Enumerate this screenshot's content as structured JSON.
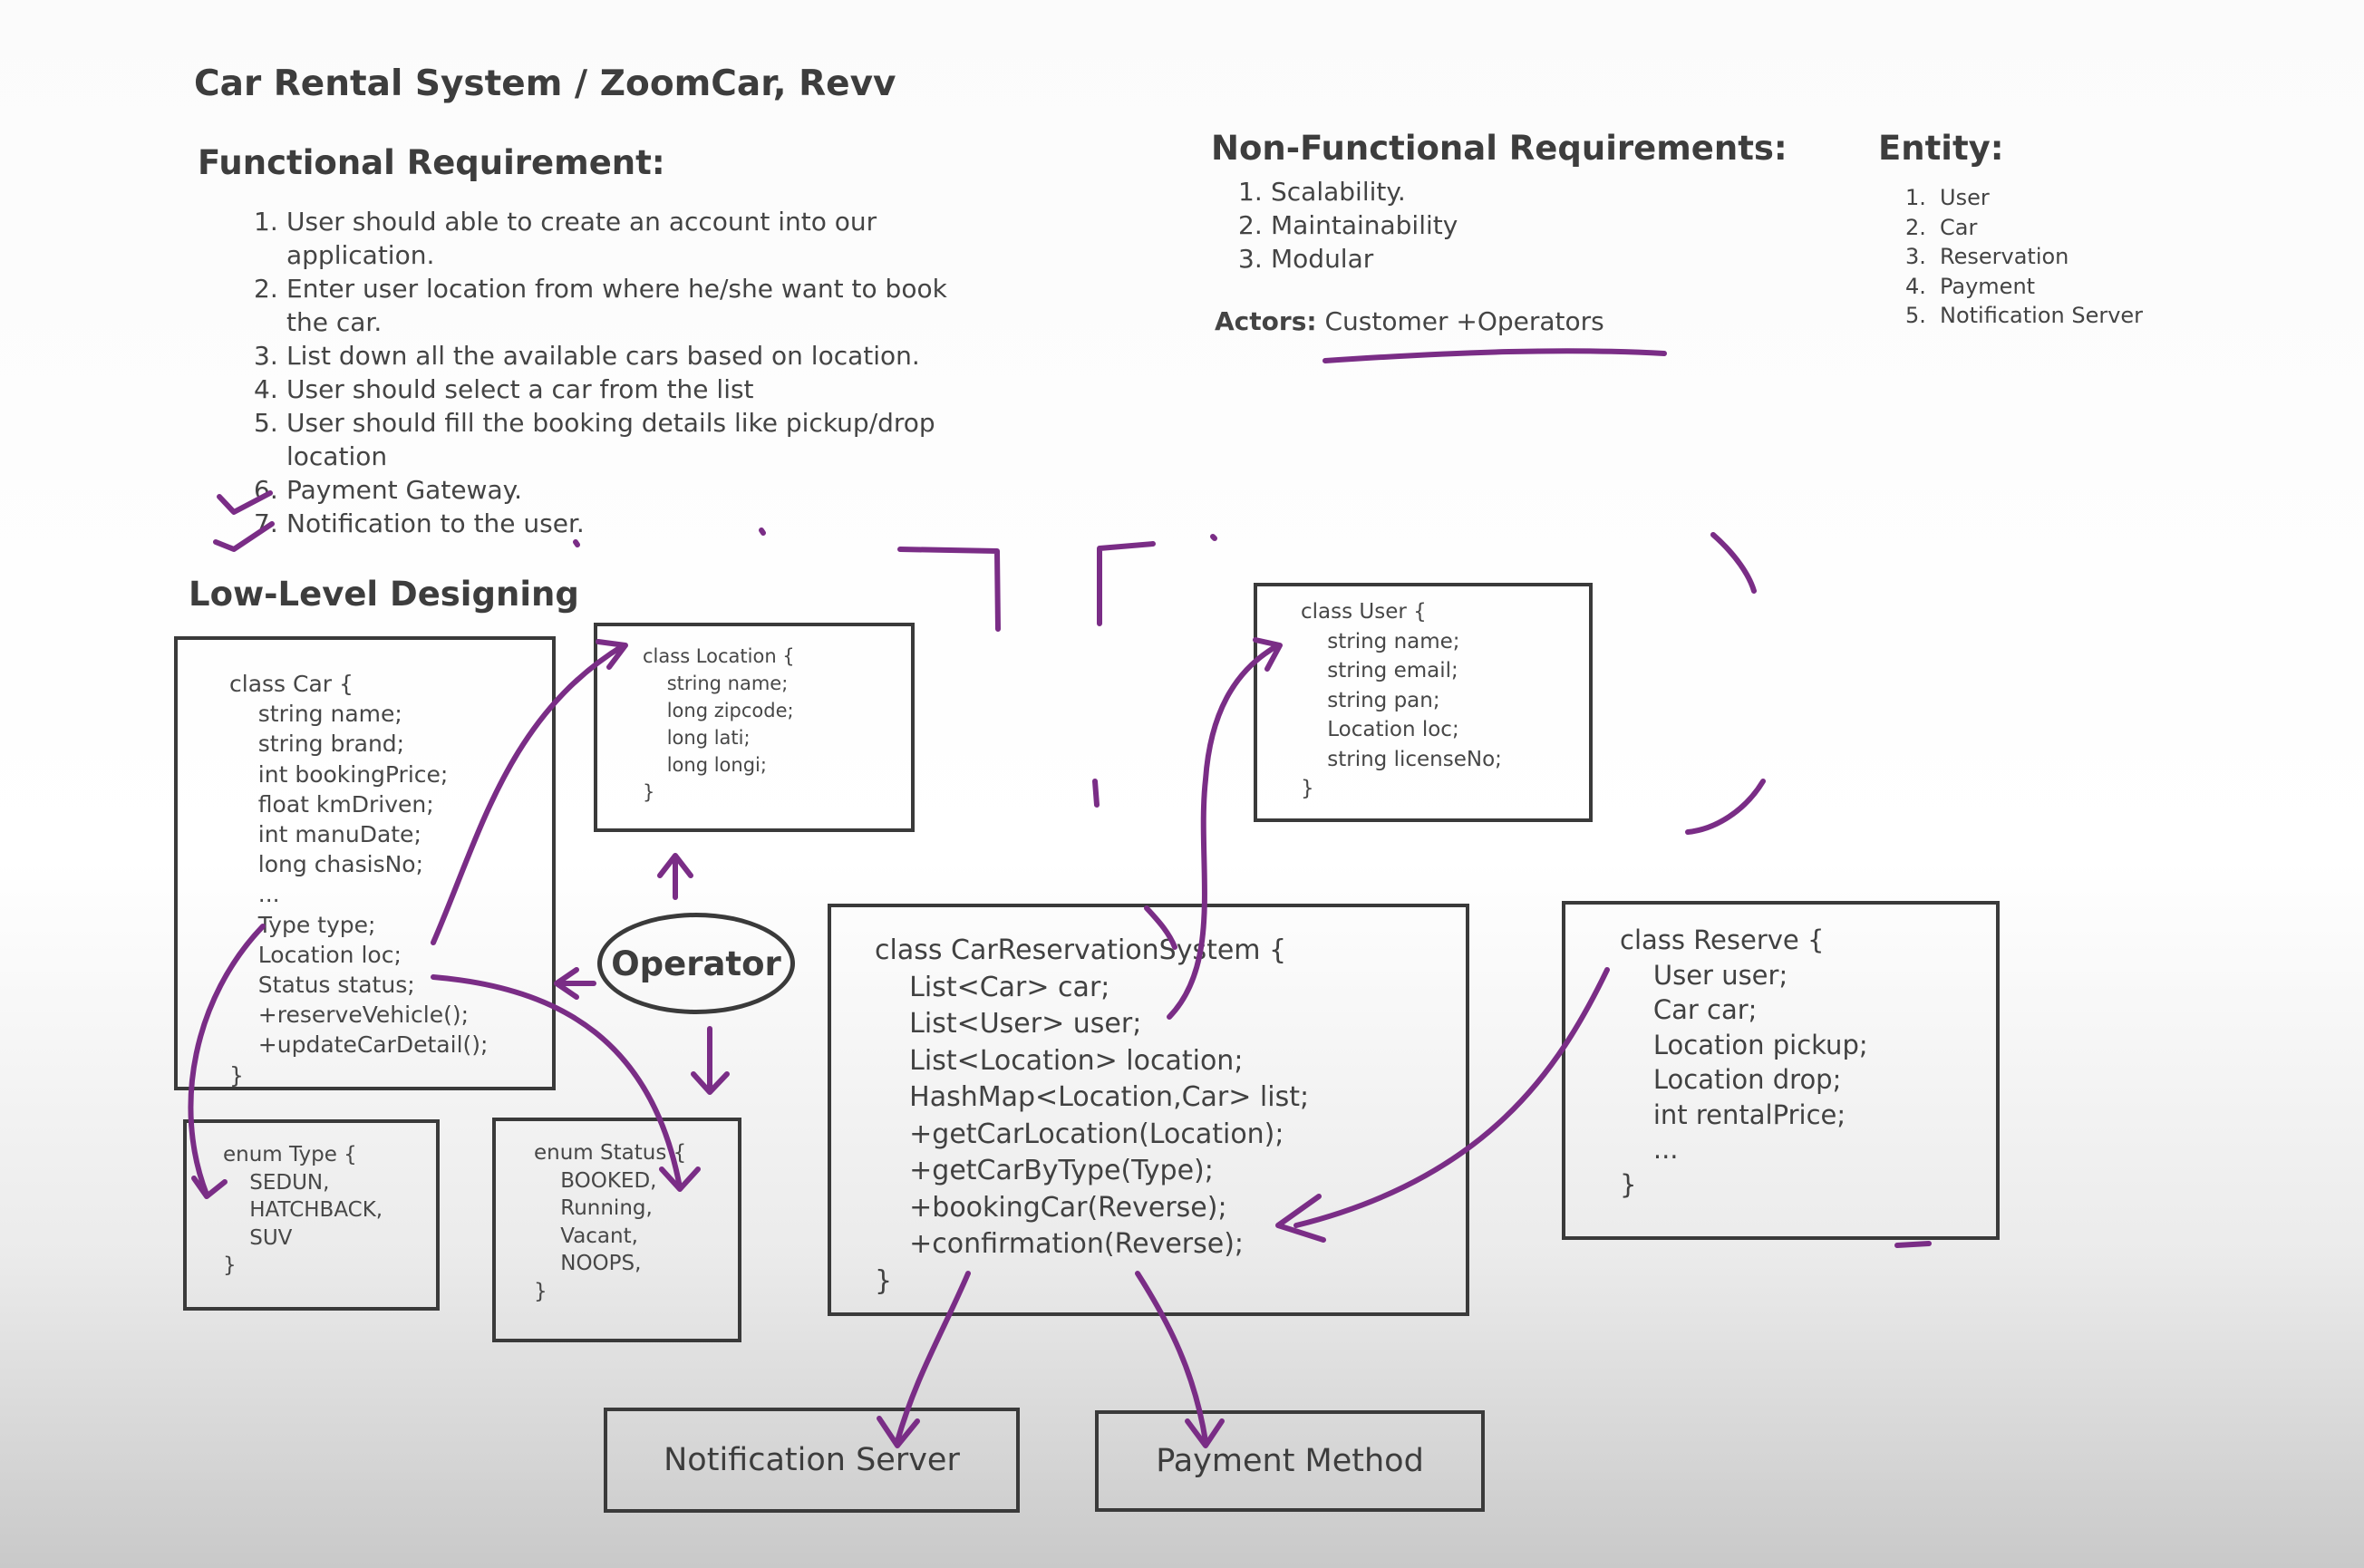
{
  "title": "Car Rental System / ZoomCar, Revv",
  "functional": {
    "heading": "Functional Requirement:",
    "items": [
      {
        "num": "1.",
        "text": "User should able to create an account into our application."
      },
      {
        "num": "2.",
        "text": "Enter user location from where he/she want to book the car."
      },
      {
        "num": "3.",
        "text": "List down all the available cars based on location."
      },
      {
        "num": "4.",
        "text": "User should select a car from the list"
      },
      {
        "num": "5.",
        "text": "User should fill the booking details like pickup/drop location"
      },
      {
        "num": "6.",
        "text": "Payment Gateway."
      },
      {
        "num": "7.",
        "text": "Notification to the user."
      }
    ]
  },
  "non_functional": {
    "heading": "Non-Functional Requirements:",
    "items": [
      {
        "num": "1.",
        "text": "Scalability."
      },
      {
        "num": "2.",
        "text": "Maintainability"
      },
      {
        "num": "3.",
        "text": "Modular"
      }
    ],
    "actors_label": "Actors:",
    "actors_value": " Customer +Operators"
  },
  "entity": {
    "heading": "Entity:",
    "items": [
      {
        "num": "1.",
        "text": "User"
      },
      {
        "num": "2.",
        "text": "Car"
      },
      {
        "num": "3.",
        "text": "Reservation"
      },
      {
        "num": "4.",
        "text": "Payment"
      },
      {
        "num": "5.",
        "text": "Notification Server"
      }
    ]
  },
  "lld_heading": "Low-Level Designing",
  "classes": {
    "car": [
      "class Car {",
      "    string name;",
      "    string brand;",
      "    int bookingPrice;",
      "    float kmDriven;",
      "    int manuDate;",
      "    long chasisNo;",
      "    ...",
      "    Type type;",
      "    Location loc;",
      "    Status status;",
      "    +reserveVehicle();",
      "    +updateCarDetail();",
      "}"
    ],
    "location": [
      "class Location {",
      "    string name;",
      "    long zipcode;",
      "    long lati;",
      "    long longi;",
      "}"
    ],
    "type_enum": [
      "enum Type {",
      "    SEDUN,",
      "    HATCHBACK,",
      "    SUV",
      "}"
    ],
    "status_enum": [
      "enum Status {",
      "    BOOKED,",
      "    Running,",
      "    Vacant,",
      "    NOOPS,",
      "}"
    ],
    "user": [
      "class User {",
      "    string name;",
      "    string email;",
      "    string pan;",
      "    Location loc;",
      "    string licenseNo;",
      "}"
    ],
    "reservation_system": [
      "class CarReservationSystem {",
      "    List<Car> car;",
      "    List<User> user;",
      "    List<Location> location;",
      "    HashMap<Location,Car> list;",
      "    +getCarLocation(Location);",
      "    +getCarByType(Type);",
      "    +bookingCar(Reverse);",
      "    +confirmation(Reverse);",
      "}"
    ],
    "reserve": [
      "class Reserve {",
      "    User user;",
      "    Car car;",
      "    Location pickup;",
      "    Location drop;",
      "    int rentalPrice;",
      "    ...",
      "}"
    ]
  },
  "operator_label": "Operator",
  "notification_server": "Notification Server",
  "payment_method": "Payment Method",
  "colors": {
    "ink": "#7a2d86",
    "box_border": "#3a3a3a",
    "text": "#3f3f3f"
  }
}
